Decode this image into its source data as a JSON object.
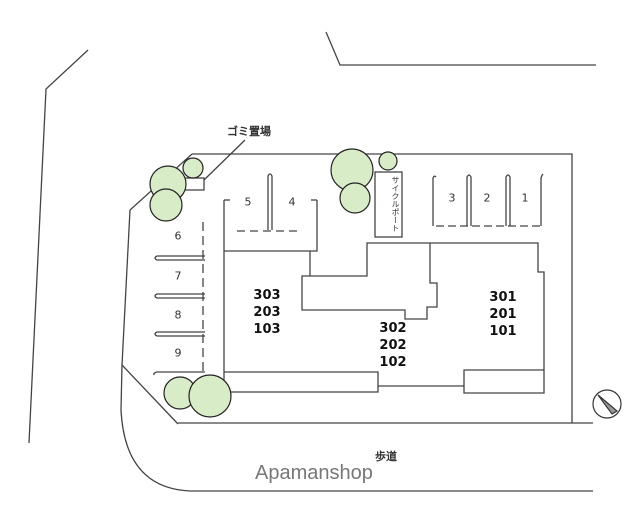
{
  "labels": {
    "garbage": "ゴミ置場",
    "cycle_port": "サイクルポート",
    "sidewalk": "歩道",
    "watermark": "Apamanshop"
  },
  "parking": [
    "1",
    "2",
    "3",
    "4",
    "5",
    "6",
    "7",
    "8",
    "9"
  ],
  "units": {
    "west": [
      "303",
      "203",
      "103"
    ],
    "center": [
      "302",
      "202",
      "102"
    ],
    "east": [
      "301",
      "201",
      "101"
    ]
  },
  "colors": {
    "tree": "#d8ecc8",
    "line": "#444444"
  },
  "icons": [
    "tree-icon",
    "north-arrow-icon"
  ]
}
